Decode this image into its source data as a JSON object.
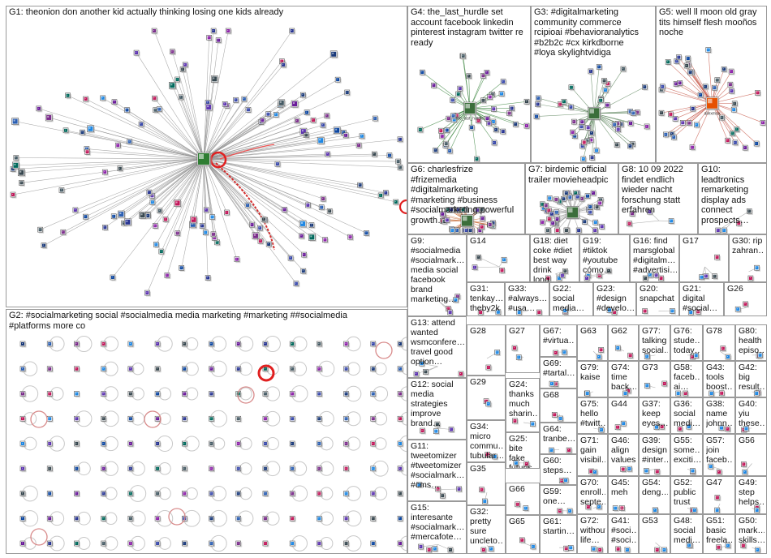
{
  "groups": [
    {
      "id": "G1",
      "title": "G1: theonion don another kid actually thinking losing one kids already"
    },
    {
      "id": "G2",
      "title": "G2: #socialmarketing social #socialmedia media marketing #marketing ##socialmedia\n#platforms more co"
    },
    {
      "id": "G4",
      "title": "G4: the_last_hurdle set\naccount facebook linkedin\npinterest instagram twitter re\nready"
    },
    {
      "id": "G3",
      "title": "G3: #digitalmarketing\ncommunity commerce\nrcipioai #behavioranalytics\n#b2b2c #cx kirkdborne\n#loya skylightvidiga"
    },
    {
      "id": "G5",
      "title": "G5: well ll moon old gray\ntits himself flesh mooños\nnoche"
    },
    {
      "id": "G6",
      "title": "G6: charlesfrize\n#frizemedia\n#digitalmarketing\n#marketing #business\n#socialmarketing powerful\ngrowth…"
    },
    {
      "id": "G7",
      "title": "G7: birdemic official\ntrailer movieheadpic"
    },
    {
      "id": "G8",
      "title": "G8: 10 09 2022\nfindet endlich\nwieder nacht\nforschung statt\nerfahren"
    },
    {
      "id": "G10",
      "title": "G10:\nleadtronics\nremarketing\ndisplay ads\nconnect\nprospects…"
    },
    {
      "id": "G9",
      "title": "G9:\n#socialmedia\n#socialmark…\nmedia social\nfacebook\nbrand\nmarketing…"
    },
    {
      "id": "G14",
      "title": "G14"
    },
    {
      "id": "G18",
      "title": "G18: diet\ncoke #diet\nbest way\ndrink long…"
    },
    {
      "id": "G19",
      "title": "G19:\n#tiktok\n#youtube\ncómo…"
    },
    {
      "id": "G16",
      "title": "G16: find\nmarsglobal\n#digitalm…\n#advertisi…"
    },
    {
      "id": "G17",
      "title": "G17"
    },
    {
      "id": "G30",
      "title": "G30: rip\nzahran…"
    },
    {
      "id": "G31",
      "title": "G31:\ntenkay…\ntheby2k"
    },
    {
      "id": "G33",
      "title": "G33:\n#always…\n#usa…"
    },
    {
      "id": "G22",
      "title": "G22:\nsocial\nmedia…"
    },
    {
      "id": "G23",
      "title": "G23:\n#design\n#develo…"
    },
    {
      "id": "G20",
      "title": "G20:\nsnapchat"
    },
    {
      "id": "G21",
      "title": "G21:\ndigital\n#social…"
    },
    {
      "id": "G26",
      "title": "G26"
    },
    {
      "id": "G13",
      "title": "G13: attend\nwanted\nwsmconfere…\ntravel good\noption…"
    },
    {
      "id": "G28",
      "title": "G28"
    },
    {
      "id": "G27",
      "title": "G27"
    },
    {
      "id": "G67",
      "title": "G67:\n#virtua…"
    },
    {
      "id": "G63",
      "title": "G63"
    },
    {
      "id": "G62",
      "title": "G62"
    },
    {
      "id": "G77",
      "title": "G77:\ntalking\nsocial…"
    },
    {
      "id": "G76",
      "title": "G76:\nstude…\ntoday…"
    },
    {
      "id": "G78",
      "title": "G78"
    },
    {
      "id": "G80",
      "title": "G80:\nhealth\nepiso…"
    },
    {
      "id": "G69",
      "title": "G69:\n#tartal…"
    },
    {
      "id": "G79",
      "title": "G79:\nkaise"
    },
    {
      "id": "G74",
      "title": "G74:\ntime\nback…"
    },
    {
      "id": "G73",
      "title": "G73"
    },
    {
      "id": "G58",
      "title": "G58:\nfaceb…\nai…"
    },
    {
      "id": "G43",
      "title": "G43:\ntools\nboost…"
    },
    {
      "id": "G42",
      "title": "G42:\nbig\nresult…"
    },
    {
      "id": "G12",
      "title": "G12: social\nmedia\nstrategies\nimprove\nbrand…"
    },
    {
      "id": "G29",
      "title": "G29"
    },
    {
      "id": "G24",
      "title": "G24:\nthanks\nmuch\nsharin…"
    },
    {
      "id": "G68",
      "title": "G68"
    },
    {
      "id": "G75",
      "title": "G75:\nhello\n#twitt…"
    },
    {
      "id": "G44",
      "title": "G44"
    },
    {
      "id": "G37",
      "title": "G37:\nkeep\neyes…"
    },
    {
      "id": "G36",
      "title": "G36:\nsocial\nmedi…"
    },
    {
      "id": "G38",
      "title": "G38:\nname\njohnn…"
    },
    {
      "id": "G40",
      "title": "G40:\nyiu\nthese…"
    },
    {
      "id": "G34",
      "title": "G34:\nmicro\ncommu…\ntubular…"
    },
    {
      "id": "G64",
      "title": "G64:\ntranbe…"
    },
    {
      "id": "G25",
      "title": "G25:\nbite\nfake\nfuturis…"
    },
    {
      "id": "G71",
      "title": "G71:\ngain\nvisibil…"
    },
    {
      "id": "G46",
      "title": "G46:\nalign\nvalues"
    },
    {
      "id": "G39",
      "title": "G39:\ndesign\n#inter…"
    },
    {
      "id": "G55",
      "title": "G55:\nsome…\nexciti…"
    },
    {
      "id": "G57",
      "title": "G57:\njoin\nfaceb…"
    },
    {
      "id": "G56",
      "title": "G56"
    },
    {
      "id": "G11",
      "title": "G11:\ntweetomizer\n#tweetomizer\n#socialmark…\n#cms…"
    },
    {
      "id": "G35",
      "title": "G35"
    },
    {
      "id": "G60",
      "title": "G60:\nsteps…"
    },
    {
      "id": "G66",
      "title": "G66"
    },
    {
      "id": "G59",
      "title": "G59:\none…"
    },
    {
      "id": "G70",
      "title": "G70:\nenroll…\nsepte…"
    },
    {
      "id": "G45",
      "title": "G45:\nmeh"
    },
    {
      "id": "G54",
      "title": "G54:\ndeng…"
    },
    {
      "id": "G52",
      "title": "G52:\npublic\ntrust"
    },
    {
      "id": "G47",
      "title": "G47"
    },
    {
      "id": "G49",
      "title": "G49:\nstep\nhelps…"
    },
    {
      "id": "G15",
      "title": "G15:\ninteresante\n#socialmark…\n#mercafote…"
    },
    {
      "id": "G32",
      "title": "G32:\npretty\nsure\nuncleto…"
    },
    {
      "id": "G65",
      "title": "G65"
    },
    {
      "id": "G61",
      "title": "G61:\nstartin…"
    },
    {
      "id": "G72",
      "title": "G72:\nwithout\nlife…"
    },
    {
      "id": "G41",
      "title": "G41:\n#soci…\n#soci…"
    },
    {
      "id": "G53",
      "title": "G53"
    },
    {
      "id": "G48",
      "title": "G48:\nsocial\nmedi…"
    },
    {
      "id": "G51",
      "title": "G51:\nbasic\nfreela…"
    },
    {
      "id": "G50",
      "title": "G50:\nmark…\nskills…"
    }
  ],
  "hub_labels": {
    "G4": "the_last_hurdle",
    "G5": "allexmax"
  }
}
